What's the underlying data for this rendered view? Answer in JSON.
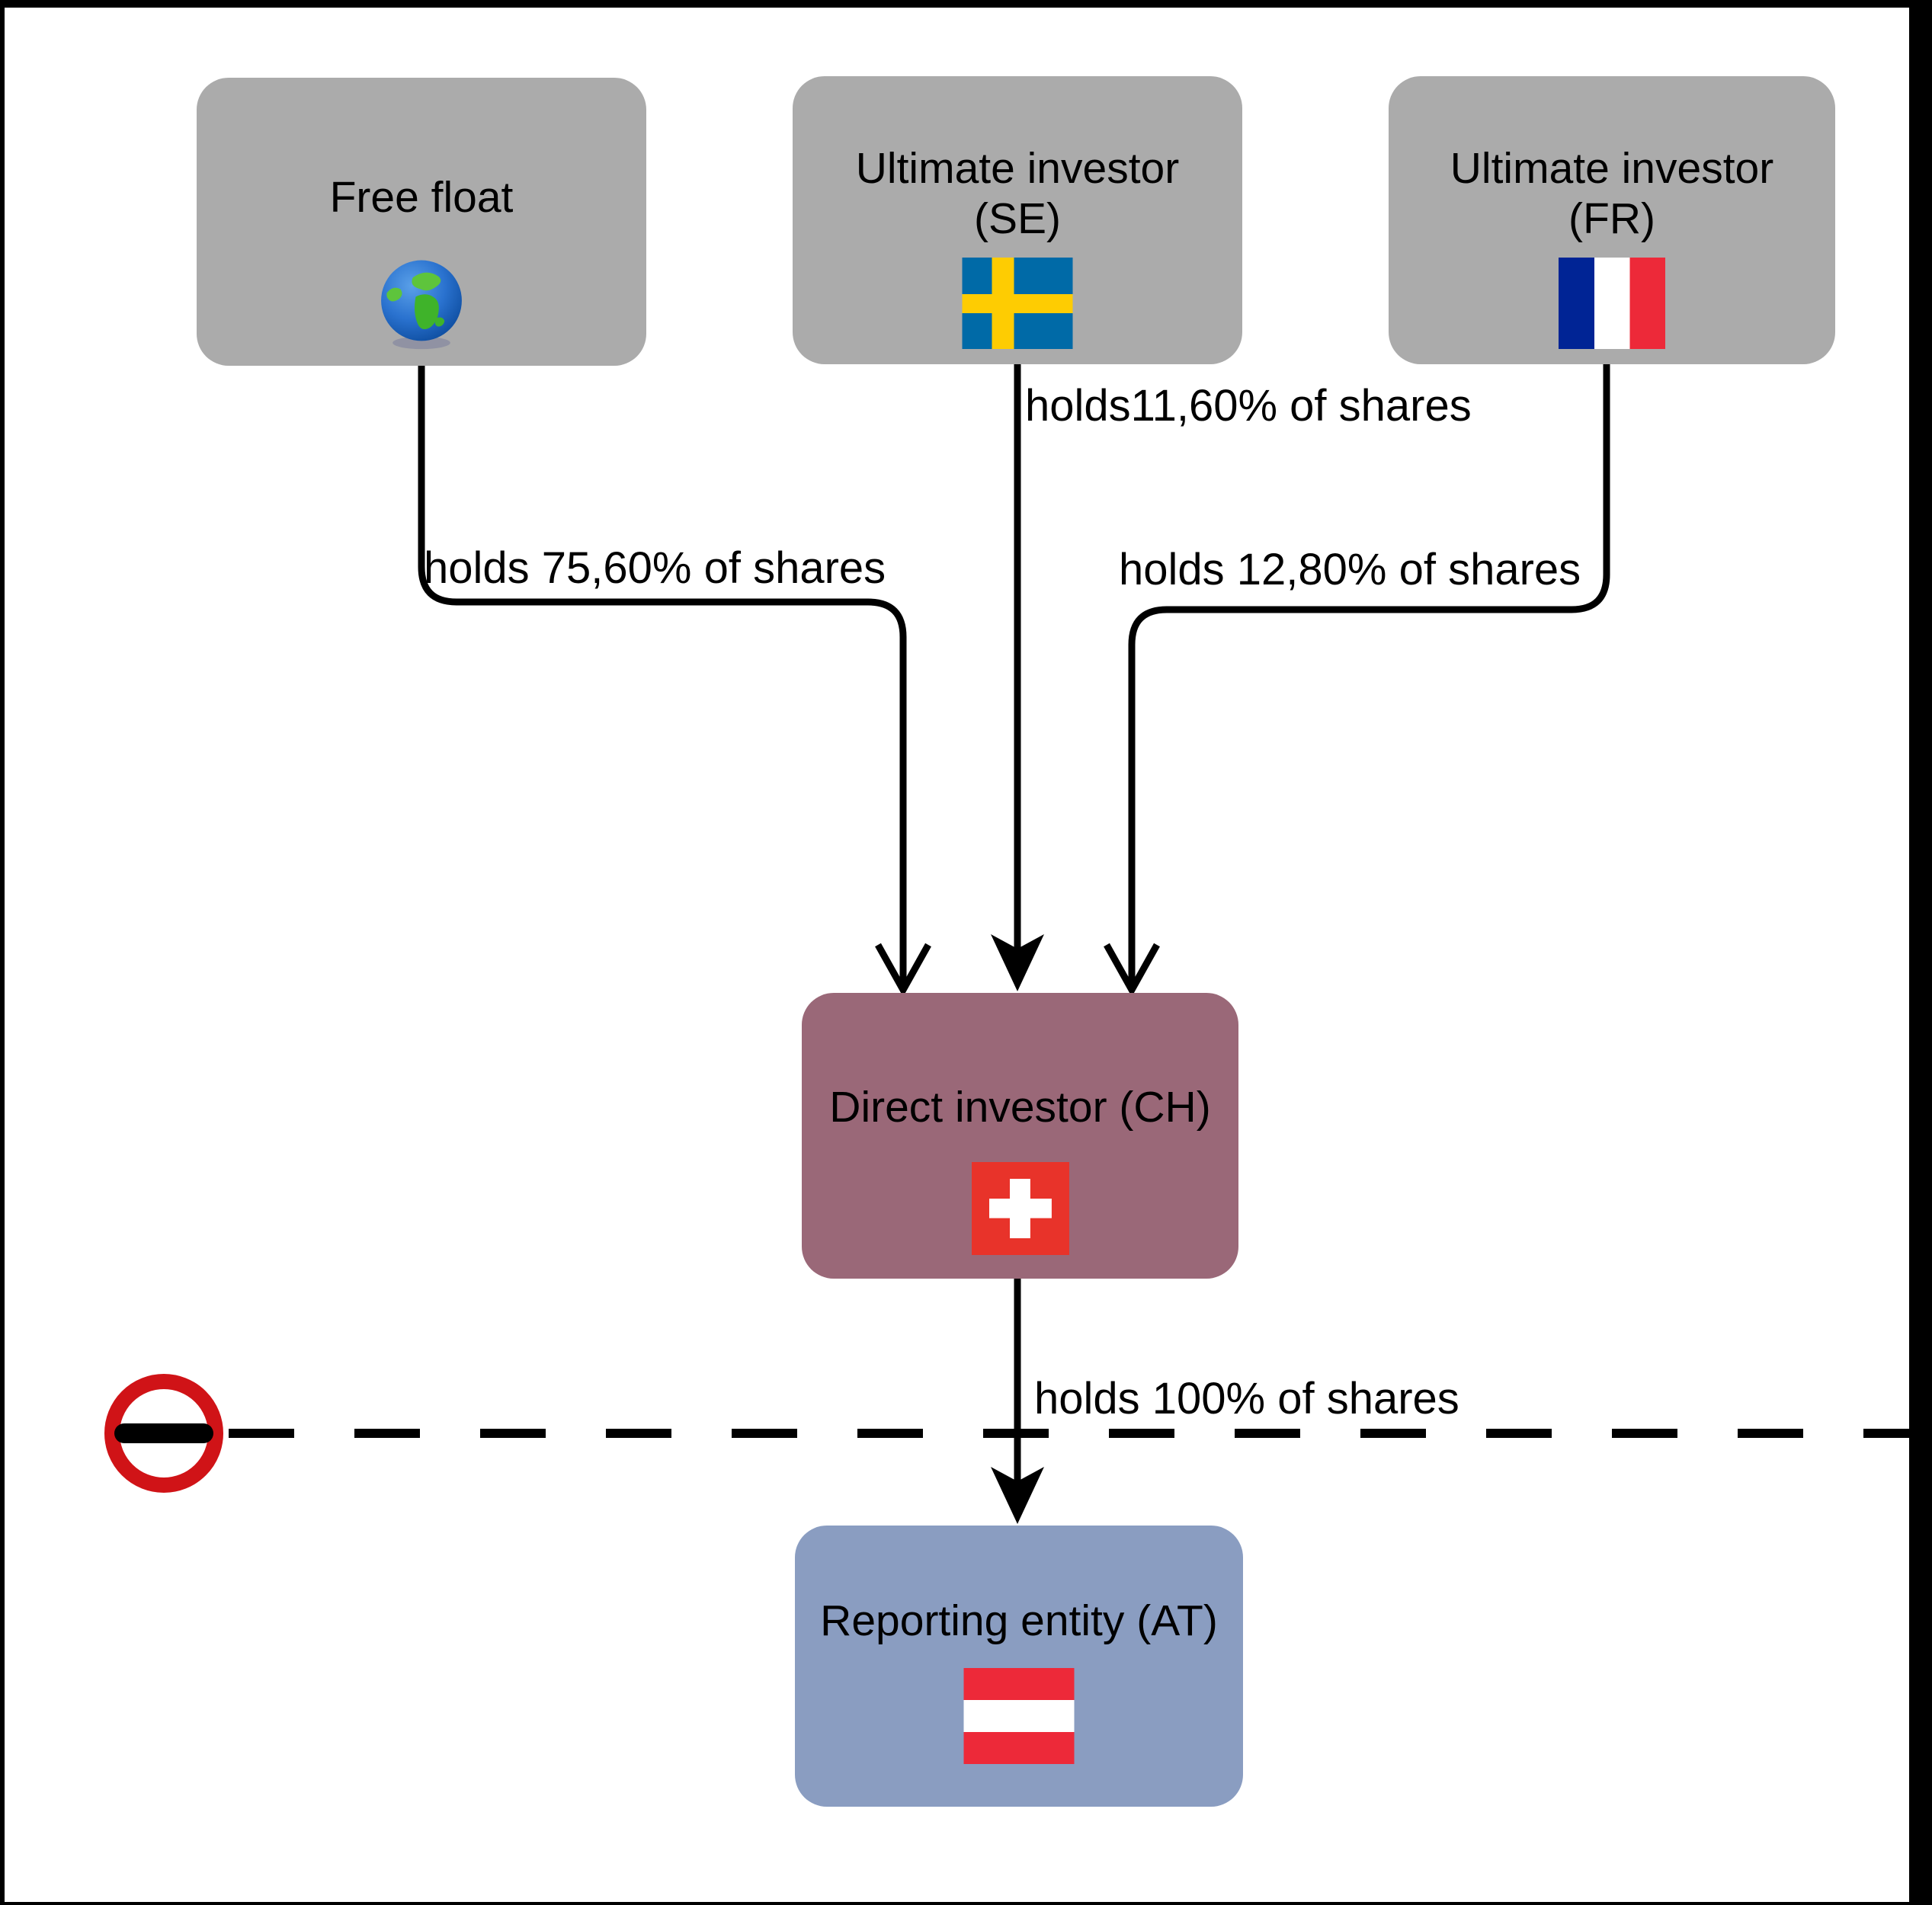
{
  "colors": {
    "node_gray": "#ababab",
    "node_mauve": "#9a6878",
    "node_blue": "#8a9dc1",
    "line_black": "#000000",
    "prohibition_red": "#d01317",
    "se_blue": "#006aa7",
    "se_yellow": "#fecc02",
    "fr_blue": "#002495",
    "flag_red": "#ed2939",
    "flag_white": "#ffffff",
    "ch_red": "#e8332a"
  },
  "diagram": {
    "nodes": [
      {
        "label": "Free float",
        "icon": "globe-icon"
      },
      {
        "label": "Ultimate investor",
        "sublabel": "(SE)",
        "icon": "sweden-flag-icon"
      },
      {
        "label": "Ultimate investor",
        "sublabel": "(FR)",
        "icon": "france-flag-icon"
      },
      {
        "label": "Direct investor (CH)",
        "icon": "switzerland-flag-icon"
      },
      {
        "label": "Reporting entity (AT)",
        "icon": "austria-flag-icon"
      }
    ],
    "edges": [
      {
        "from": "Free float",
        "to": "Direct investor (CH)",
        "label": "holds 75,60% of shares"
      },
      {
        "from": "Ultimate investor (SE)",
        "to": "Direct investor (CH)",
        "label": "holds11,60% of shares"
      },
      {
        "from": "Ultimate investor (FR)",
        "to": "Direct investor (CH)",
        "label": "holds 12,80% of shares"
      },
      {
        "from": "Direct investor (CH)",
        "to": "Reporting entity (AT)",
        "label": "holds 100% of shares"
      }
    ],
    "border": {
      "icon": "no-entry-icon",
      "style": "dashed-country-border"
    }
  }
}
